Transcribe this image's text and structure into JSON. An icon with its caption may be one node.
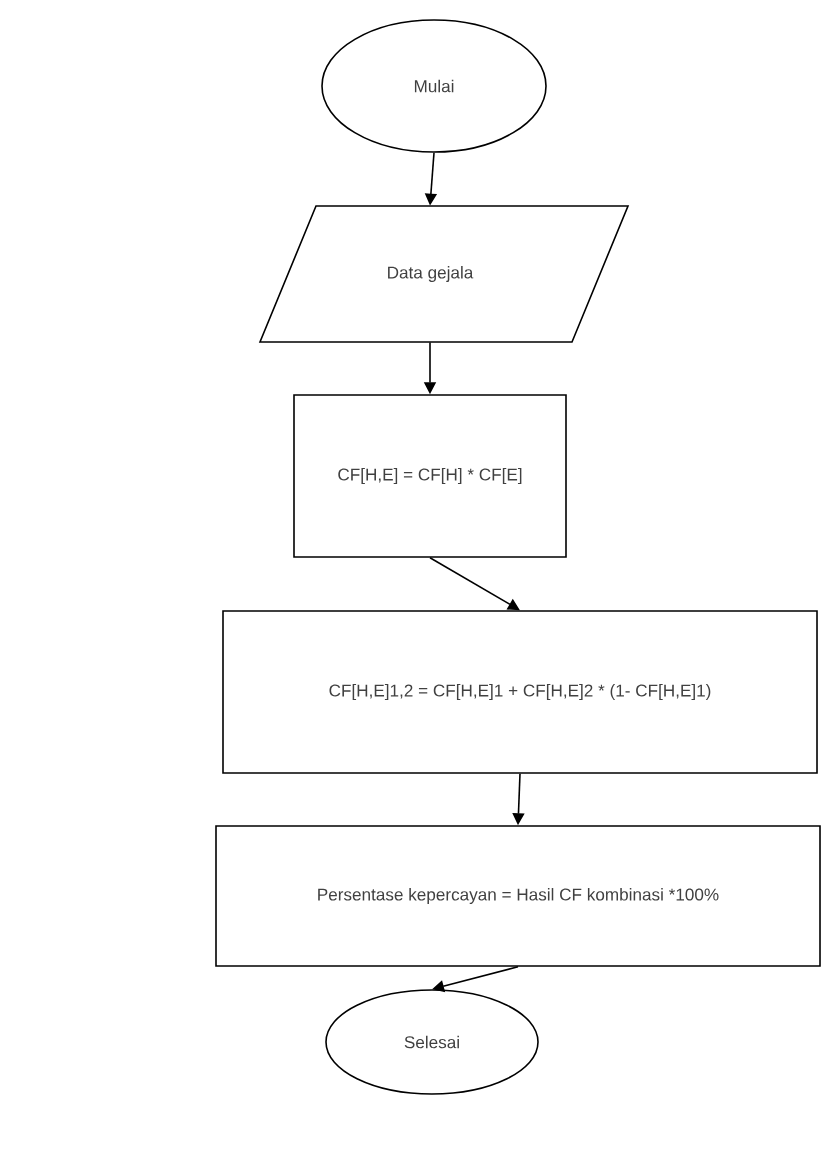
{
  "diagram": {
    "nodes": [
      {
        "text": [
          "Mulai"
        ]
      },
      {
        "text": [
          "Data gejala"
        ]
      },
      {
        "text": [
          "CF[H,E] = CF[H] * CF[E]"
        ]
      },
      {
        "text": [
          "CF[H,E]1,2 = CF[H,E]1 + CF[H,E]2 * (1- CF[H,E]1)"
        ]
      },
      {
        "text": [
          "Persentase kepercayan = Hasil CF kombinasi *100%"
        ]
      },
      {
        "text": [
          "Selesai"
        ]
      }
    ],
    "edges": [
      {
        "from": 0,
        "to": 1,
        "arrow": "to"
      },
      {
        "from": 1,
        "to": 2,
        "arrow": "to"
      },
      {
        "from": 2,
        "to": 3,
        "arrow": "to"
      },
      {
        "from": 3,
        "to": 4,
        "arrow": "to"
      },
      {
        "from": 4,
        "to": 5,
        "arrow": "to"
      }
    ]
  }
}
